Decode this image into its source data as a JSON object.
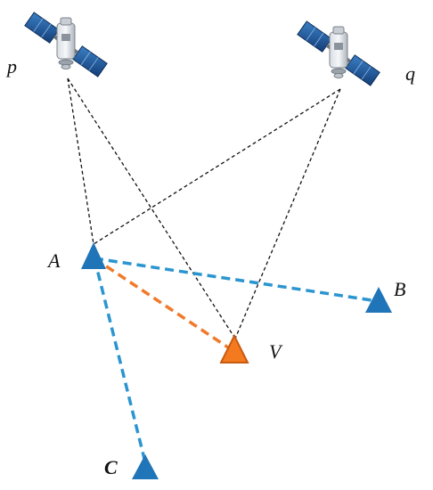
{
  "satellites": [
    {
      "id": "p",
      "label": "p",
      "icon": "satellite-icon"
    },
    {
      "id": "q",
      "label": "q",
      "icon": "satellite-icon"
    }
  ],
  "stations": [
    {
      "id": "A",
      "label": "A",
      "color": "#1f75b8",
      "kind": "reference"
    },
    {
      "id": "B",
      "label": "B",
      "color": "#1f75b8",
      "kind": "reference"
    },
    {
      "id": "C",
      "label": "C",
      "color": "#1f75b8",
      "kind": "reference"
    },
    {
      "id": "V",
      "label": "V",
      "color": "#f47a20",
      "kind": "virtual"
    }
  ],
  "colors": {
    "reference_baseline": "#2b95d0",
    "virtual_baseline": "#f07a2a",
    "satellite_ray": "#111111",
    "station_outline_virtual": "#c85a10"
  },
  "satellite_rays": [
    {
      "from": "p",
      "to": "A"
    },
    {
      "from": "p",
      "to": "V"
    },
    {
      "from": "q",
      "to": "A"
    },
    {
      "from": "q",
      "to": "V"
    }
  ],
  "baselines": [
    {
      "from": "A",
      "to": "B",
      "style": "reference"
    },
    {
      "from": "A",
      "to": "C",
      "style": "reference"
    },
    {
      "from": "A",
      "to": "V",
      "style": "virtual"
    }
  ]
}
